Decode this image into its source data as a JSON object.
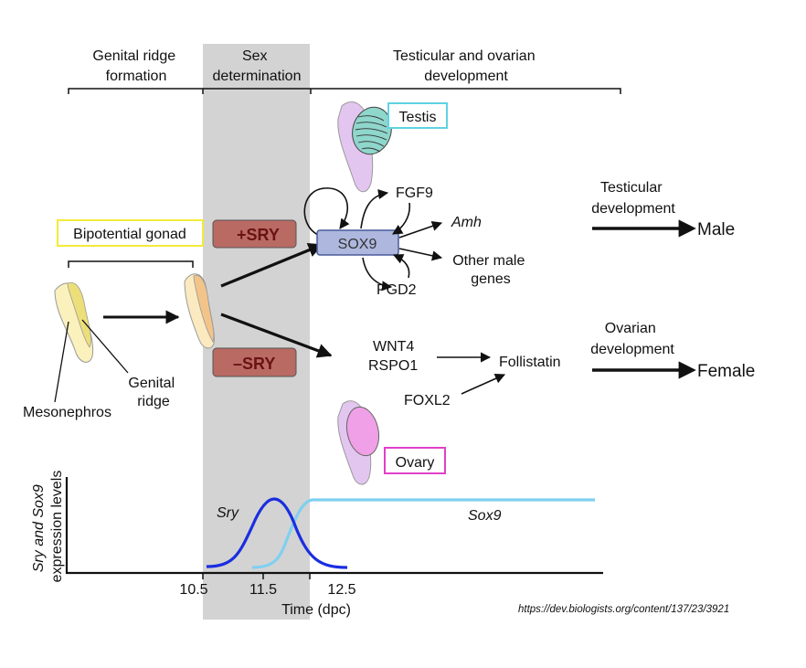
{
  "stages": {
    "genital_ridge_formation": [
      "Genital ridge",
      "formation"
    ],
    "sex_determination": [
      "Sex",
      "determination"
    ],
    "testicular_ovarian_development": [
      "Testicular and ovarian",
      "development"
    ]
  },
  "labels": {
    "bipotential_gonad": "Bipotential gonad",
    "plus_sry": "+SRY",
    "minus_sry": "–SRY",
    "testis": "Testis",
    "ovary": "Ovary",
    "sox9": "SOX9",
    "fgf9": "FGF9",
    "amh": "Amh",
    "other_male_genes": [
      "Other male",
      "genes"
    ],
    "pgd2": "PGD2",
    "wnt4": "WNT4",
    "rspo1": "RSPO1",
    "foxl2": "FOXL2",
    "follistatin": "Follistatin",
    "testicular_development": [
      "Testicular",
      "development"
    ],
    "male": "Male",
    "ovarian_development": [
      "Ovarian",
      "development"
    ],
    "female": "Female",
    "mesonephros": "Mesonephros",
    "genital_ridge": [
      "Genital",
      "ridge"
    ]
  },
  "expression_plot": {
    "y_label": [
      "Sry and Sox9",
      "expression levels"
    ],
    "x_label": "Time (dpc)",
    "x_ticks": [
      "10.5",
      "11.5",
      "12.5"
    ],
    "sry_label": "Sry",
    "sox9_label": "Sox9"
  },
  "source_url": "https://dev.biologists.org/content/137/23/3921",
  "colors": {
    "band": "#d3d3d3",
    "sry_box": "#b86a63",
    "sry_text": "#6b1212",
    "sox9_box": "#aeb8de",
    "sox9_border": "#4a5a9a",
    "testis_outline": "#5fd3e3",
    "ovary_outline": "#e040c8",
    "gonad_outline": "#f2ea3c",
    "sry_curve": "#1a2ee0",
    "sox9_curve": "#7fd0f0"
  }
}
